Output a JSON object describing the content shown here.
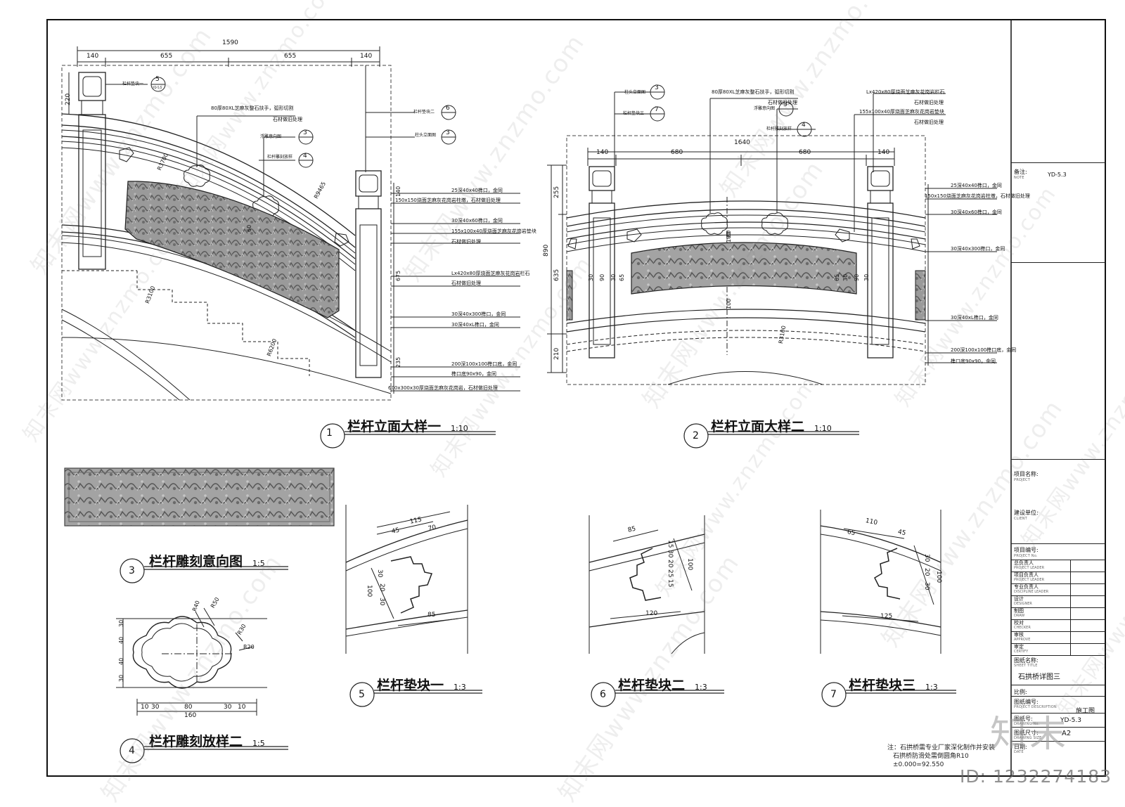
{
  "drawings": [
    {
      "num": "1",
      "title": "栏杆立面大样一",
      "scale": "1:10"
    },
    {
      "num": "2",
      "title": "栏杆立面大样二",
      "scale": "1:10"
    },
    {
      "num": "3",
      "title": "栏杆雕刻意向图",
      "scale": "1:5"
    },
    {
      "num": "4",
      "title": "栏杆雕刻放样二",
      "scale": "1:5"
    },
    {
      "num": "5",
      "title": "栏杆垫块一",
      "scale": "1:3"
    },
    {
      "num": "6",
      "title": "栏杆垫块二",
      "scale": "1:3"
    },
    {
      "num": "7",
      "title": "栏杆垫块三",
      "scale": "1:3"
    }
  ],
  "elev1": {
    "dims_top": {
      "total": "1590",
      "a": "140",
      "b": "655",
      "c": "655",
      "d": "140"
    },
    "dims_left": [
      "220"
    ],
    "refs": [
      {
        "label": "栏杆垫块一",
        "num": "5"
      },
      {
        "label": "浮雕意向图",
        "num": "3"
      },
      {
        "label": "栏杆雕刻放样",
        "num": "4"
      },
      {
        "label": "栏杆垫块二",
        "num": "6"
      },
      {
        "label": "柱头立面图",
        "num": "3"
      }
    ],
    "ref_sheet": "YD-5.5",
    "handrail_note": "80厚80XL芝麻灰整石扶手，弧形切割",
    "handrail_note2": "石材做旧处理",
    "radius_a": "R3700",
    "radius_b": "R9465",
    "radius_c": "R3100",
    "radius_d": "R6200",
    "mid_dims": [
      "140",
      "60",
      "675",
      "235"
    ],
    "callouts": [
      "25深40x40榫口，金同",
      "150x150烧面芝麻灰花岗岩柱墩，石材做旧处理",
      "30深40x60榫口，金同",
      "155x100x40厚烧面芝麻灰花岗岩垫块",
      "石材做旧处理",
      "Lx420x80厚烧面芝麻灰花岗岩栏石",
      "石材做旧处理",
      "30深40x300榫口，金同",
      "30深40xL榫口，金同",
      "200深100x100榫口底，金同",
      "榫口底90x90，金同",
      "600x300x30厚烧面芝麻灰花岗岩，石材做旧处理"
    ]
  },
  "elev2": {
    "dims_top": {
      "total": "1640",
      "a": "140",
      "b": "680",
      "c": "680",
      "d": "140"
    },
    "dims_left": {
      "total": "890",
      "a": "255",
      "b": "635",
      "c": "210"
    },
    "refs": [
      {
        "label": "柱头立面图",
        "num": "3"
      },
      {
        "label": "栏杆垫块三",
        "num": "7"
      },
      {
        "label": "浮雕意向图",
        "num": "3"
      },
      {
        "label": "栏杆雕刻放样",
        "num": "4"
      }
    ],
    "handrail_note": "80厚80XL芝麻灰整石扶手，弧形切割",
    "handrail_note2": "石材做旧处理",
    "stone_note": "Lx420x80厚烧面芝麻灰花岗岩栏石",
    "stone_note2": "石材做旧处理",
    "pad_note": "155x100x40厚烧面芝麻灰花岗岩垫块",
    "pad_note2": "石材做旧处理",
    "radius": "R3100",
    "inner_dims": [
      "30",
      "90",
      "30",
      "65",
      "100",
      "60",
      "100",
      "65",
      "30",
      "90",
      "30"
    ],
    "callouts": [
      "25深40x40榫口，金同",
      "150x150烧面芝麻灰花岗岩柱墩，石材做旧处理",
      "30深40x60榫口，金同",
      "30深40x300榫口，金同",
      "30深40xL榫口，金同",
      "200深100x100榫口底，金同",
      "榫口底90x90，金同"
    ]
  },
  "carve_detail": {
    "dims_left": [
      "30",
      "40",
      "40",
      "30"
    ],
    "dims_bottom": [
      "10",
      "30",
      "80",
      "30",
      "10"
    ],
    "total": "160",
    "radii": [
      "R40",
      "R50",
      "R30",
      "R20"
    ]
  },
  "pad1": {
    "dims": [
      "45",
      "115",
      "70",
      "30",
      "20",
      "30",
      "100",
      "85"
    ]
  },
  "pad2": {
    "dims": [
      "85",
      "15",
      "30",
      "20",
      "25",
      "15",
      "100",
      "120"
    ]
  },
  "pad3": {
    "dims": [
      "110",
      "65",
      "45",
      "30",
      "20",
      "30",
      "100",
      "125"
    ]
  },
  "notes": {
    "line1": "注：石拱桥需专业厂家深化制作并安装",
    "line2": "石拱桥防滑处需倒圆角R10",
    "line3": "±0.000=92.550"
  },
  "titleblock": {
    "note": {
      "label": "备注:",
      "sub": "NOTE"
    },
    "project": {
      "label": "项目名称:",
      "sub": "PROJECT"
    },
    "client": {
      "label": "建设单位:",
      "sub": "CLIENT"
    },
    "project_no": {
      "label": "项目编号:",
      "sub": "PROJECT No."
    },
    "roles": [
      {
        "label": "总负责人",
        "sub": "PROJECT LEADER"
      },
      {
        "label": "项目负责人",
        "sub": "PROJECT LEADER"
      },
      {
        "label": "专业负责人",
        "sub": "DISCIPLINE LEADER"
      },
      {
        "label": "设计",
        "sub": "DESIGNER"
      },
      {
        "label": "制图",
        "sub": "DRAW"
      },
      {
        "label": "校对",
        "sub": "CHECKER"
      },
      {
        "label": "审核",
        "sub": "APPROVE"
      },
      {
        "label": "审定",
        "sub": "CERTIFY"
      }
    ],
    "sheet_title": {
      "label": "图纸名称:",
      "sub": "SHEET TITLE"
    },
    "sheet_title_value": "石拱桥详图三",
    "ratio": {
      "label": "比例:"
    },
    "desc": {
      "label": "图纸编号:",
      "sub": "PROJECT DESCRIPTION"
    },
    "drawing_no": {
      "label": "图纸号:",
      "sub": "DRAWING No."
    },
    "drawing_no_value": "YD-5.3",
    "phase_value": "施工图",
    "size": {
      "label": "图纸尺寸:",
      "sub": "DRAWING SIZE"
    },
    "size_value": "A2",
    "date": {
      "label": "日期:",
      "sub": "DATE"
    },
    "top_ref": "YD-5.3"
  },
  "watermark": {
    "text": "知末网www.znzmo.com",
    "logo": "知末",
    "id": "ID: 1232274183"
  },
  "colors": {
    "line": "#222222",
    "relief": "#8a8a8a",
    "relief_dark": "#555555",
    "dash": "#333333"
  }
}
